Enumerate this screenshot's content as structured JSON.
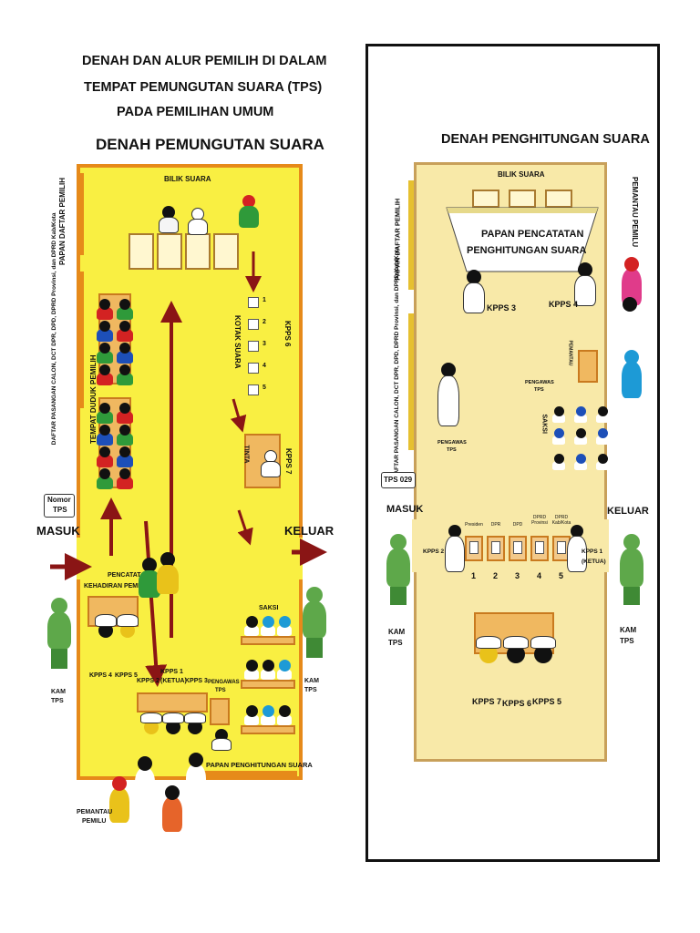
{
  "left_panel": {
    "title_line1": "DENAH DAN ALUR PEMILIH DI DALAM",
    "title_line2": "TEMPAT PEMUNGUTAN SUARA (TPS)",
    "title_line3": "PADA PEMILIHAN UMUM",
    "subtitle": "DENAH PEMUNGUTAN SUARA",
    "bilik_suara": "BILIK SUARA",
    "papan_daftar": "PAPAN DAFTAR PEMILIH",
    "daftar_pasangan": "DAFTAR PASANGAN CALON, DCT DPR, DPD, DPRD Provinsi, dan DPRD Kab/Kota",
    "tempat_duduk": "TEMPAT DUDUK PEMILIH",
    "kotak_suara": "KOTAK SUARA",
    "kpps6": "KPPS 6",
    "kpps7": "KPPS 7",
    "tinta": "TINTA",
    "nomor_tps_line1": "Nomor",
    "nomor_tps_line2": "TPS",
    "masuk": "MASUK",
    "keluar": "KELUAR",
    "pencatat_line1": "PENCATAT",
    "pencatat_line2": "KEHADIRAN PEMILIH",
    "kpps4": "KPPS 4",
    "kpps5": "KPPS 5",
    "kpps1_line1": "KPPS 1",
    "kpps1_line2": "(KETUA)",
    "kpps2": "KPPS 2",
    "kpps3": "KPPS 3",
    "pengawas_line1": "PENGAWAS",
    "pengawas_line2": "TPS",
    "saksi": "SAKSI",
    "papan_penghitungan": "PAPAN PENGHITUNGAN SUARA",
    "kam_line1": "KAM",
    "kam_line2": "TPS",
    "pemantau_line1": "PEMANTAU",
    "pemantau_line2": "PEMILU",
    "box_numbers": [
      "1",
      "2",
      "3",
      "4",
      "5"
    ]
  },
  "right_panel": {
    "subtitle": "DENAH PENGHITUNGAN SUARA",
    "bilik_suara": "BILIK SUARA",
    "papan_line1": "PAPAN PENCATATAN",
    "papan_line2": "PENGHITUNGAN SUARA",
    "kpps3": "KPPS 3",
    "kpps4": "KPPS 4",
    "pemantau": "PEMANTAU PEMILU",
    "papan_daftar": "PAPAN DAFTAR PEMILIH",
    "daftar_pasangan": "DAFTAR PASANGAN CALON, DCT DPR, DPD, DPRD Provinsi, dan DPRD Kab/Kota",
    "pengawas_top_line1": "PENGAWAS",
    "pengawas_top_line2": "TPS",
    "pengawas_left_line1": "PENGAWAS",
    "pengawas_left_line2": "TPS",
    "pemantau_small": "PEMANTAU",
    "saksi": "SAKSI",
    "tps_label": "TPS 029",
    "masuk": "MASUK",
    "keluar": "KELUAR",
    "kpps2": "KPPS 2",
    "kpps1_line1": "KPPS 1",
    "kpps1_line2": "(KETUA)",
    "ballot_labels": [
      "Presiden",
      "DPR",
      "DPD",
      "DPRD Provinsi",
      "DPRD Kab/Kota"
    ],
    "box_numbers": [
      "1",
      "2",
      "3",
      "4",
      "5"
    ],
    "kpps7": "KPPS 7",
    "kpps6": "KPPS 6",
    "kpps5": "KPPS 5",
    "kam_line1": "KAM",
    "kam_line2": "TPS"
  },
  "colors": {
    "room_left": "#f9ef42",
    "room_right": "#f8e9a8",
    "wall": "#e68a1a",
    "arrow": "#8a1515",
    "guard_green": "#5ea84a"
  }
}
